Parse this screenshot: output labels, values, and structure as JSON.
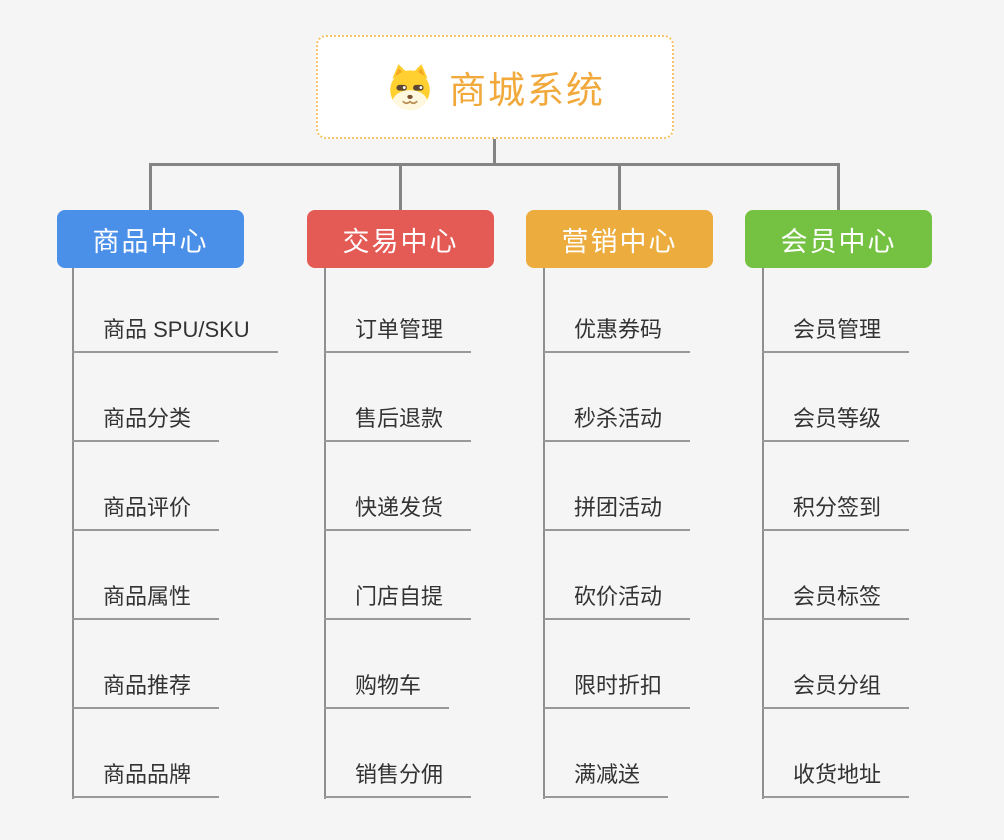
{
  "root": {
    "title": "商城系统",
    "icon": "dog-icon"
  },
  "branches": [
    {
      "label": "商品中心",
      "color": "#4A8FE8",
      "items": [
        "商品 SPU/SKU",
        "商品分类",
        "商品评价",
        "商品属性",
        "商品推荐",
        "商品品牌"
      ]
    },
    {
      "label": "交易中心",
      "color": "#E45A55",
      "items": [
        "订单管理",
        "售后退款",
        "快递发货",
        "门店自提",
        "购物车",
        "销售分佣"
      ]
    },
    {
      "label": "营销中心",
      "color": "#EDAC3E",
      "items": [
        "优惠券码",
        "秒杀活动",
        "拼团活动",
        "砍价活动",
        "限时折扣",
        "满减送"
      ]
    },
    {
      "label": "会员中心",
      "color": "#75C243",
      "items": [
        "会员管理",
        "会员等级",
        "积分签到",
        "会员标签",
        "会员分组",
        "收货地址"
      ]
    }
  ],
  "colors": {
    "background": "#F5F5F5",
    "root_accent": "#F1A93C",
    "root_border": "#F6C46A",
    "connector": "#848484",
    "child_underline": "#999999",
    "child_text": "#333333"
  }
}
